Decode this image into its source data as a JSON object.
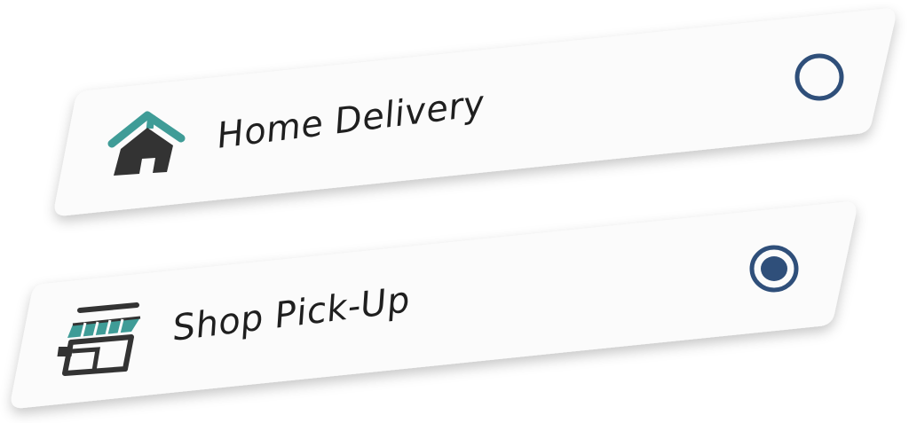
{
  "delivery_options": {
    "items": [
      {
        "id": "home-delivery",
        "label": "Home Delivery",
        "icon": "house-icon",
        "selected": false
      },
      {
        "id": "shop-pick-up",
        "label": "Shop Pick-Up",
        "icon": "storefront-icon",
        "selected": true
      }
    ]
  },
  "colors": {
    "card_bg": "#fbfbfb",
    "text": "#1f1f1f",
    "icon_dark": "#333333",
    "icon_teal": "#3f9c97",
    "radio": "#2f4f7a"
  }
}
